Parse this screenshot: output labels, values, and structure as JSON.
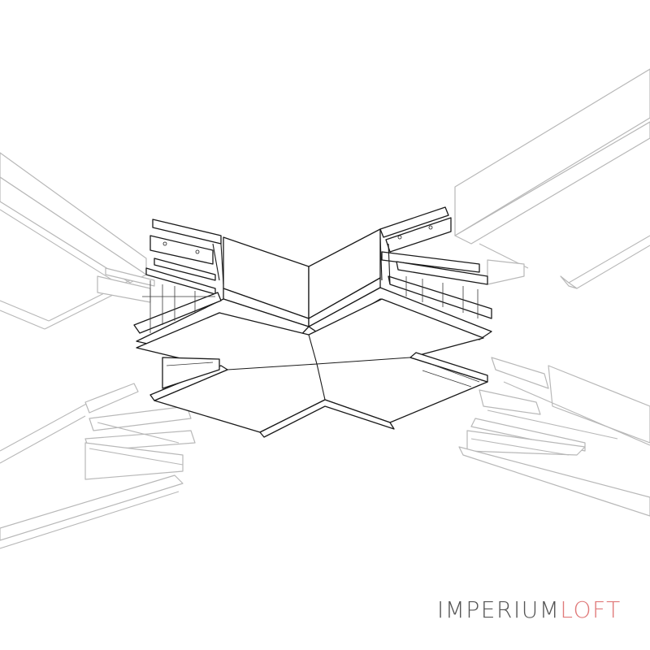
{
  "logo": {
    "part1": "IMPERIUM",
    "part2": "LOFT",
    "colors": {
      "part1": "#555555",
      "part2": "#e07a7a"
    }
  },
  "drawing": {
    "subject": "x-shaped-profile-connector",
    "colors": {
      "main_lines": "#1a1a1a",
      "ghost_lines": "#b8b8b8"
    }
  }
}
